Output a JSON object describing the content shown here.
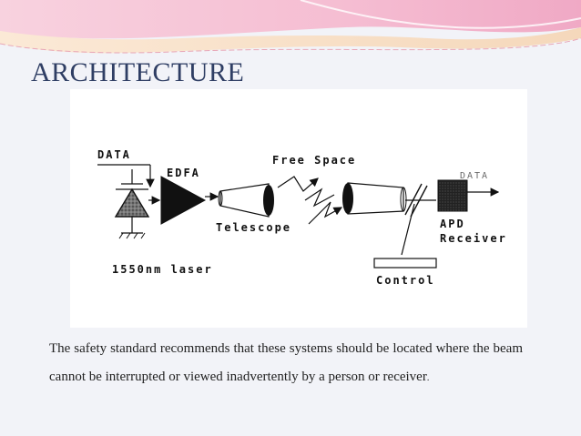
{
  "slide": {
    "title": "ARCHITECTURE",
    "body_main": "The safety standard recommends that these systems should be located where the beam cannot be interrupted or viewed inadvertently by a person or receiver",
    "body_tail": "."
  },
  "diagram": {
    "labels": {
      "data_in": "DATA",
      "edfa": "EDFA",
      "free_space": "Free Space",
      "data_out": "DATA",
      "telescope": "Telescope",
      "apd": "APD",
      "receiver": "Receiver",
      "laser": "1550nm laser",
      "control": "Control"
    }
  },
  "colors": {
    "title": "#2f3e64",
    "background": "#f2f3f8",
    "wave_pink": "#f4b8cf",
    "wave_cream": "#f7dcc0"
  }
}
